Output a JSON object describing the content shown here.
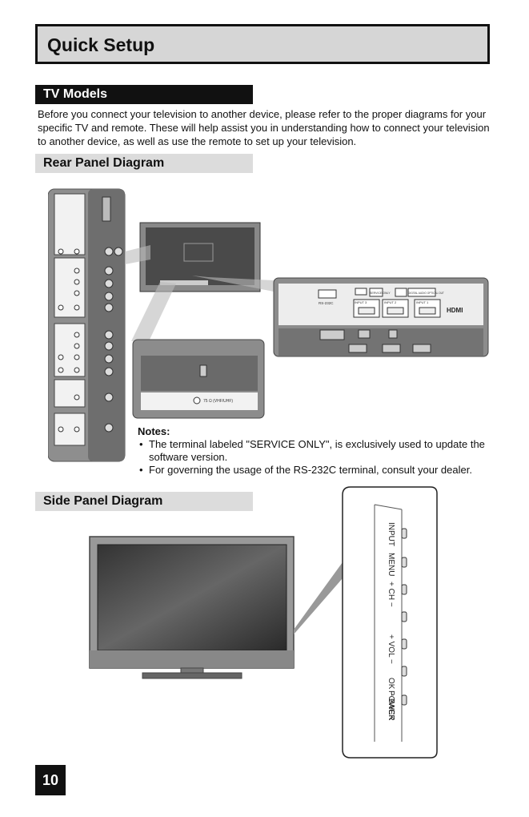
{
  "header": {
    "title": "Quick Setup"
  },
  "tv_models": {
    "heading": "TV Models",
    "body": "Before you connect your television to another device, please refer to the proper diagrams for your specific TV and remote. These will help assist you in understanding how to connect your television to another device, as well as use the remote to set up your television."
  },
  "rear_panel": {
    "heading": "Rear Panel Diagram",
    "labels": {
      "rs232c": "RS-232C",
      "service_only": "SERVICE ONLY",
      "digital_audio": "DIGITAL AUDIO OPTICAL OUT",
      "input3": "INPUT 3",
      "input2": "INPUT 2",
      "input1": "INPUT 1",
      "hdmi": "HDMI",
      "antenna": "75 Ω (VHF/UHF)"
    },
    "notes_title": "Notes:",
    "notes": [
      "The terminal labeled \"SERVICE ONLY\", is exclusively used to update the software version.",
      "For governing the usage of the RS-232C terminal, consult your dealer."
    ]
  },
  "side_panel": {
    "heading": "Side Panel Diagram",
    "buttons": {
      "input": "INPUT",
      "menu": "MENU",
      "ch": "+ CH −",
      "vol": "+ VOL −",
      "ok_back": "OK − BACK",
      "power": "POWER"
    }
  },
  "footer": {
    "page_number": "10"
  }
}
